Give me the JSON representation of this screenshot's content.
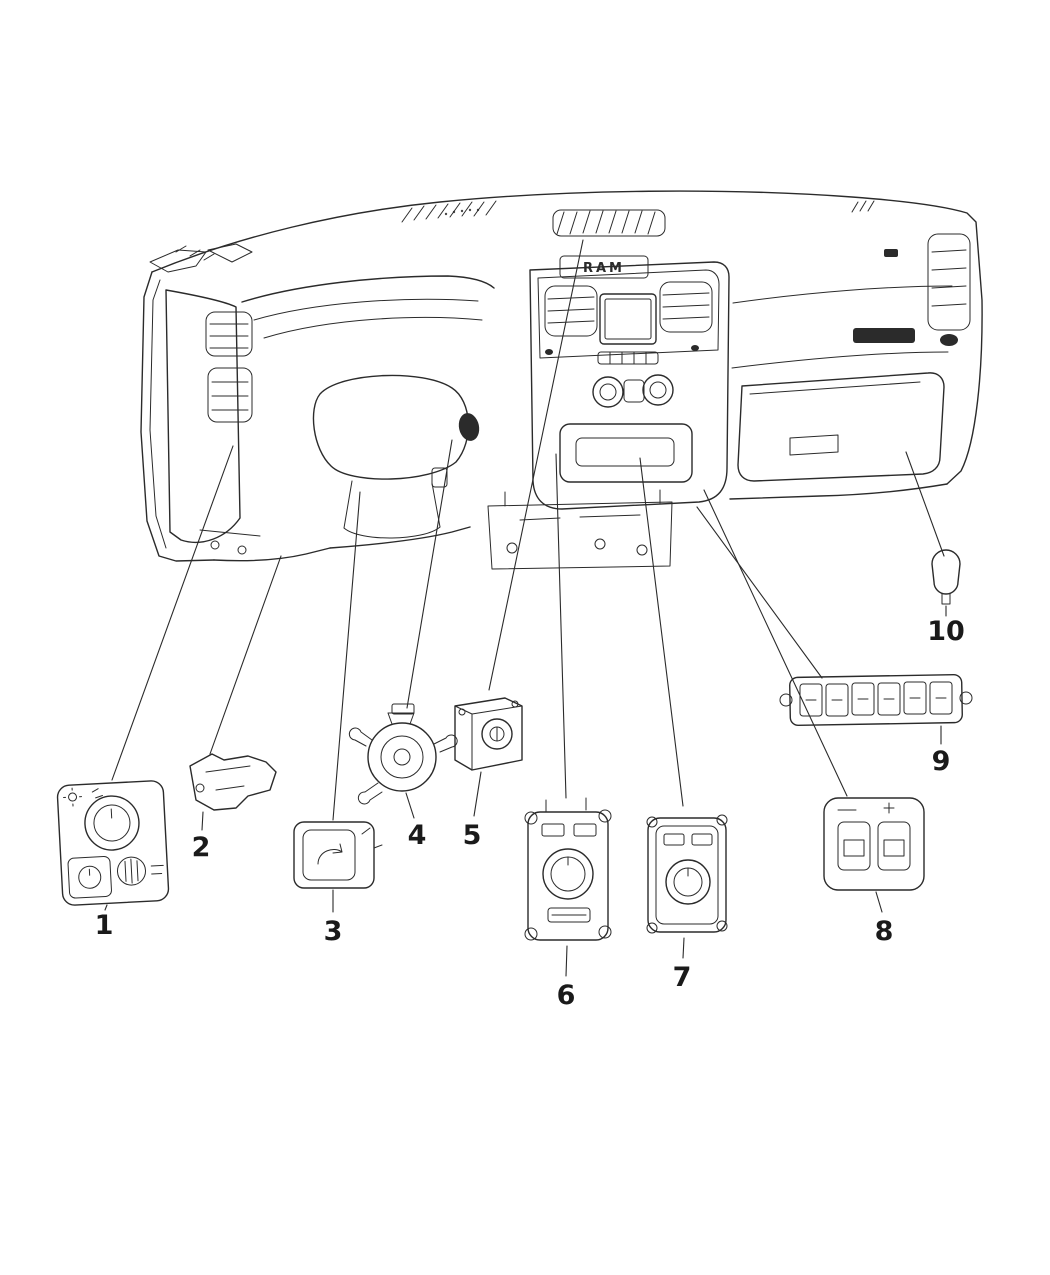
{
  "diagram": {
    "background_color": "#ffffff",
    "line_color": "#2b2b2b",
    "label_color": "#1a1a1a",
    "badge_text": "RAM",
    "callouts": [
      {
        "number": "1",
        "part": "headlamp-switch-panel"
      },
      {
        "number": "2",
        "part": "switch-bracket"
      },
      {
        "number": "3",
        "part": "push-button-switch"
      },
      {
        "number": "4",
        "part": "round-switch-module"
      },
      {
        "number": "5",
        "part": "switch-module-box"
      },
      {
        "number": "6",
        "part": "transfer-case-switch-panel"
      },
      {
        "number": "7",
        "part": "transfer-case-rotary-switch"
      },
      {
        "number": "8",
        "part": "instrument-panel-switch-pod"
      },
      {
        "number": "9",
        "part": "switch-bank-strip"
      },
      {
        "number": "10",
        "part": "screw-cap"
      }
    ]
  }
}
